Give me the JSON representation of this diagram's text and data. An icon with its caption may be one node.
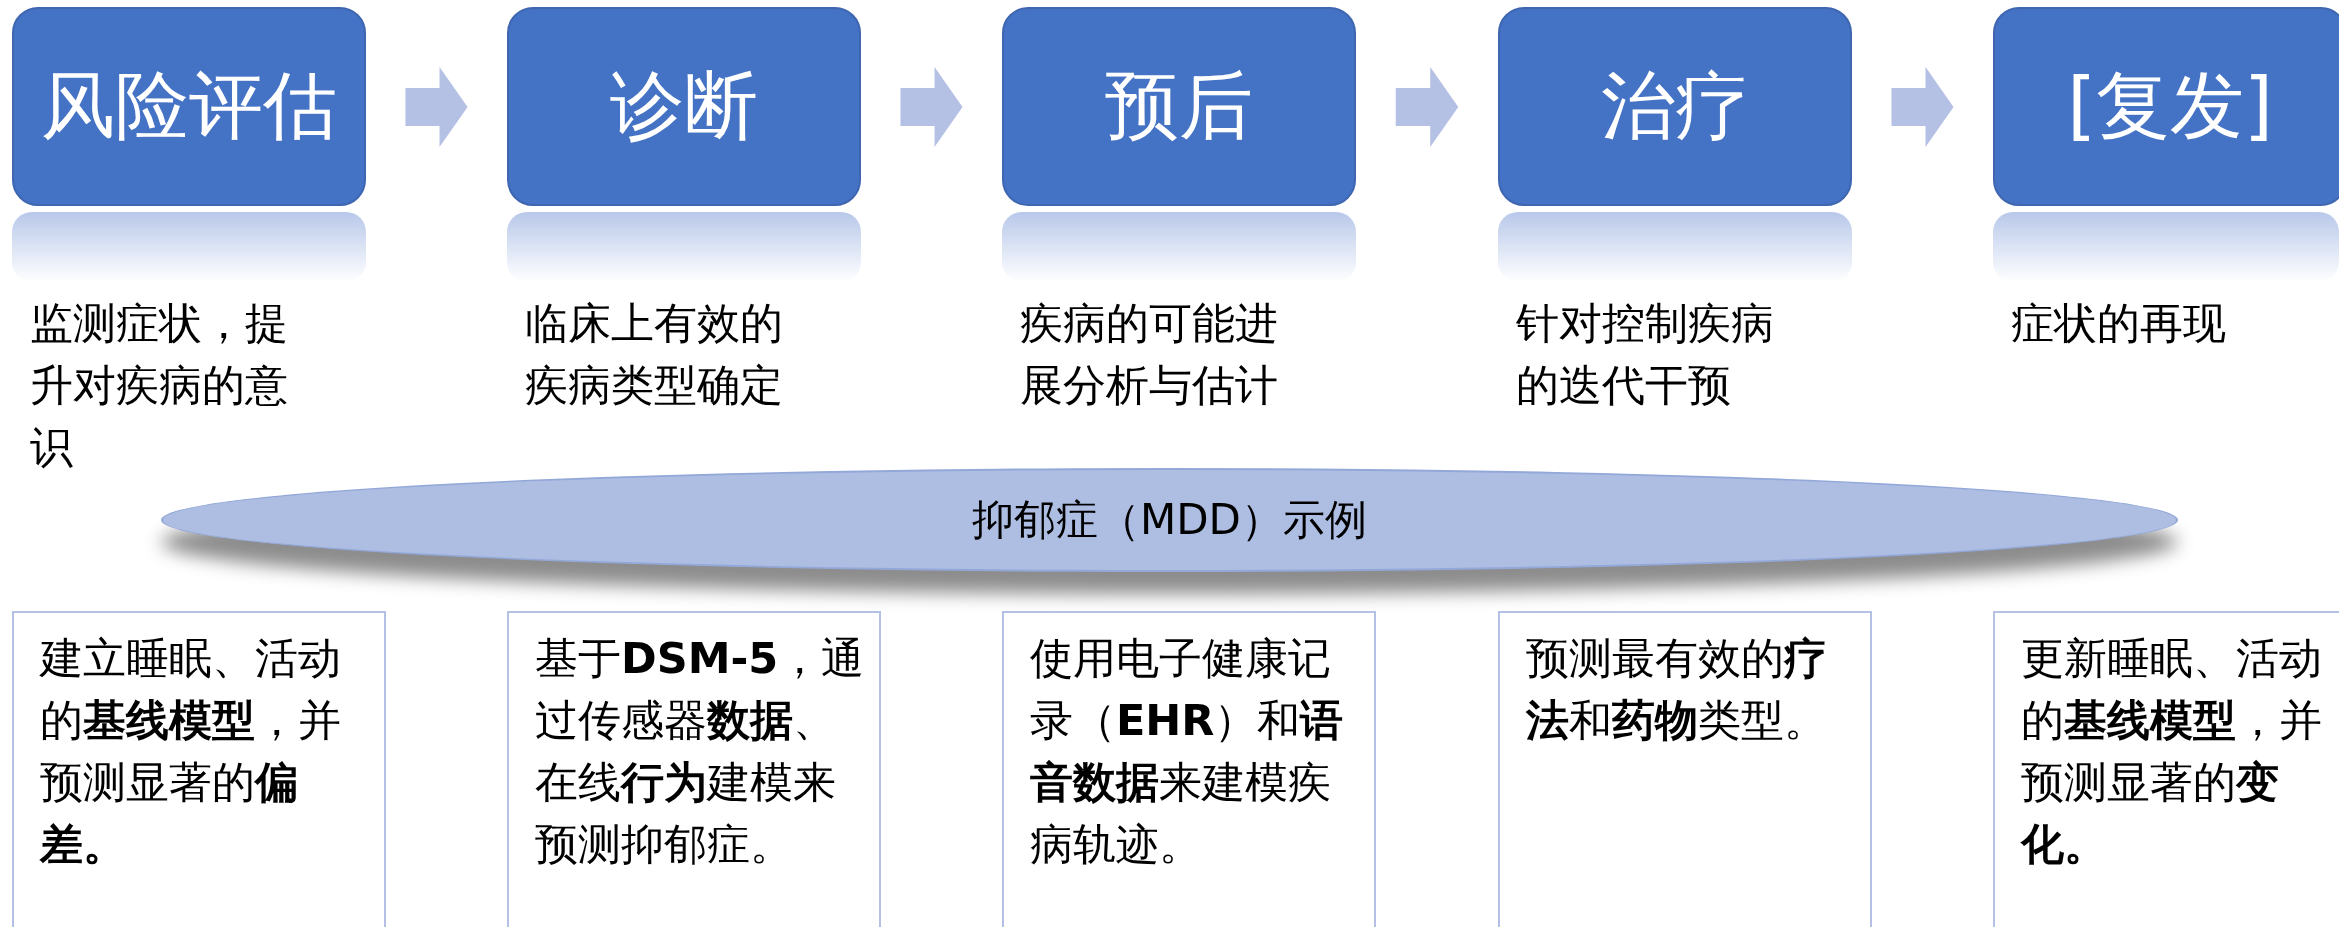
{
  "diagram": {
    "nodes": [
      {
        "text": [
          "风险评估"
        ]
      },
      {
        "text": [
          "诊断"
        ]
      },
      {
        "text": [
          "预后"
        ]
      },
      {
        "text": [
          "治疗"
        ]
      },
      {
        "text": [
          "[复发]"
        ]
      },
      {
        "text": [
          "抑郁症（MDD）示例"
        ]
      },
      {
        "text": [
          "建立睡眠、活动的**基线模型**，并预测显著的**偏差。**"
        ]
      },
      {
        "text": [
          "基于**DSM-5**，通过传感器**数据**、在线**行为**建模来预测抑郁症。"
        ]
      },
      {
        "text": [
          "使用电子健康记录（**EHR**）和**语音数据**来建模疾病轨迹。"
        ]
      },
      {
        "text": [
          "预测最有效的**疗法**和**药物**类型。"
        ]
      },
      {
        "text": [
          "更新睡眠、活动的**基线模型**，并预测显著的**变化。**"
        ]
      }
    ],
    "edges": [
      {
        "from": 0,
        "to": 1,
        "arrow": "to"
      },
      {
        "from": 1,
        "to": 2,
        "arrow": "to"
      },
      {
        "from": 2,
        "to": 3,
        "arrow": "to"
      },
      {
        "from": 3,
        "to": 4,
        "arrow": "to"
      }
    ],
    "labels": [
      "监测症状，提升对疾病的意识",
      "临床上有效的疾病类型确定",
      "疾病的可能进展分析与估计",
      "针对控制疾病的迭代干预",
      "症状的再现"
    ]
  }
}
